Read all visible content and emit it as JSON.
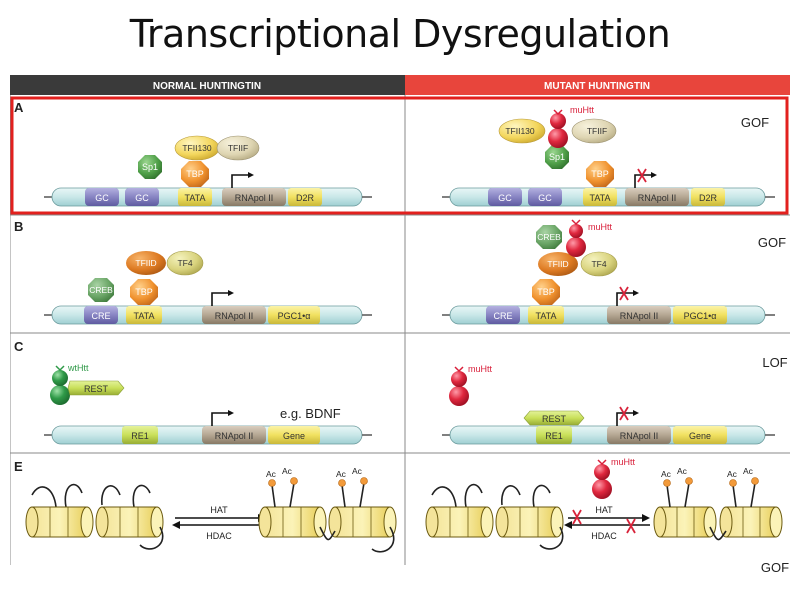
{
  "title": "Transcriptional Dysregulation",
  "columns": {
    "normal": "NORMAL HUNTINGTIN",
    "mutant": "MUTANT HUNTINGTIN"
  },
  "colors": {
    "normal_header": "#3a3a3a",
    "mutant_header": "#e8453c",
    "highlight": "#e2201e",
    "dna": "#cdeaea",
    "gc": "#8a87c4",
    "tata": "#f1e36a",
    "rnapol": "#b7a895",
    "tbp": "#f29a3a",
    "sp1": "#4fa24c",
    "creb": "#6fa96e",
    "htt_mut": "#d91f3a",
    "htt_wt": "#2f9a48",
    "x_mark": "#d8233a"
  },
  "panels": {
    "A": {
      "letter": "A",
      "normal": {
        "sp1": "Sp1",
        "tfii130": "TFII130",
        "tfiif": "TFIIF",
        "tbp": "TBP",
        "gc1": "GC",
        "gc2": "GC",
        "tata": "TATA",
        "rnapol": "RNApol II",
        "gene": "D2R"
      },
      "mutant": {
        "muhtt": "muHtt",
        "tfii130": "TFII130",
        "tfiif": "TFIIF",
        "sp1": "Sp1",
        "tbp": "TBP",
        "gc1": "GC",
        "gc2": "GC",
        "tata": "TATA",
        "rnapol": "RNApol II",
        "gene": "D2R",
        "effect": "GOF"
      }
    },
    "B": {
      "letter": "B",
      "normal": {
        "tfiid": "TFIID",
        "tf4": "TF4",
        "creb": "CREB",
        "tbp": "TBP",
        "cre": "CRE",
        "tata": "TATA",
        "rnapol": "RNApol II",
        "gene": "PGC1•α"
      },
      "mutant": {
        "creb": "CREB",
        "muhtt": "muHtt",
        "tfiid": "TFIID",
        "tf4": "TF4",
        "tbp": "TBP",
        "cre": "CRE",
        "tata": "TATA",
        "rnapol": "RNApol II",
        "gene": "PGC1•α",
        "effect": "GOF"
      }
    },
    "C": {
      "letter": "C",
      "normal": {
        "wthtt": "wtHtt",
        "rest": "REST",
        "note": "e.g. BDNF",
        "re1": "RE1",
        "rnapol": "RNApol II",
        "gene": "Gene"
      },
      "mutant": {
        "muhtt": "muHtt",
        "rest": "REST",
        "re1": "RE1",
        "rnapol": "RNApol II",
        "gene": "Gene",
        "effect": "LOF"
      }
    },
    "E": {
      "letter": "E",
      "normal": {
        "ac": "Ac",
        "hat": "HAT",
        "hdac": "HDAC"
      },
      "mutant": {
        "muhtt": "muHtt",
        "ac": "Ac",
        "hat": "HAT",
        "hdac": "HDAC",
        "effect": "GOF"
      }
    }
  }
}
